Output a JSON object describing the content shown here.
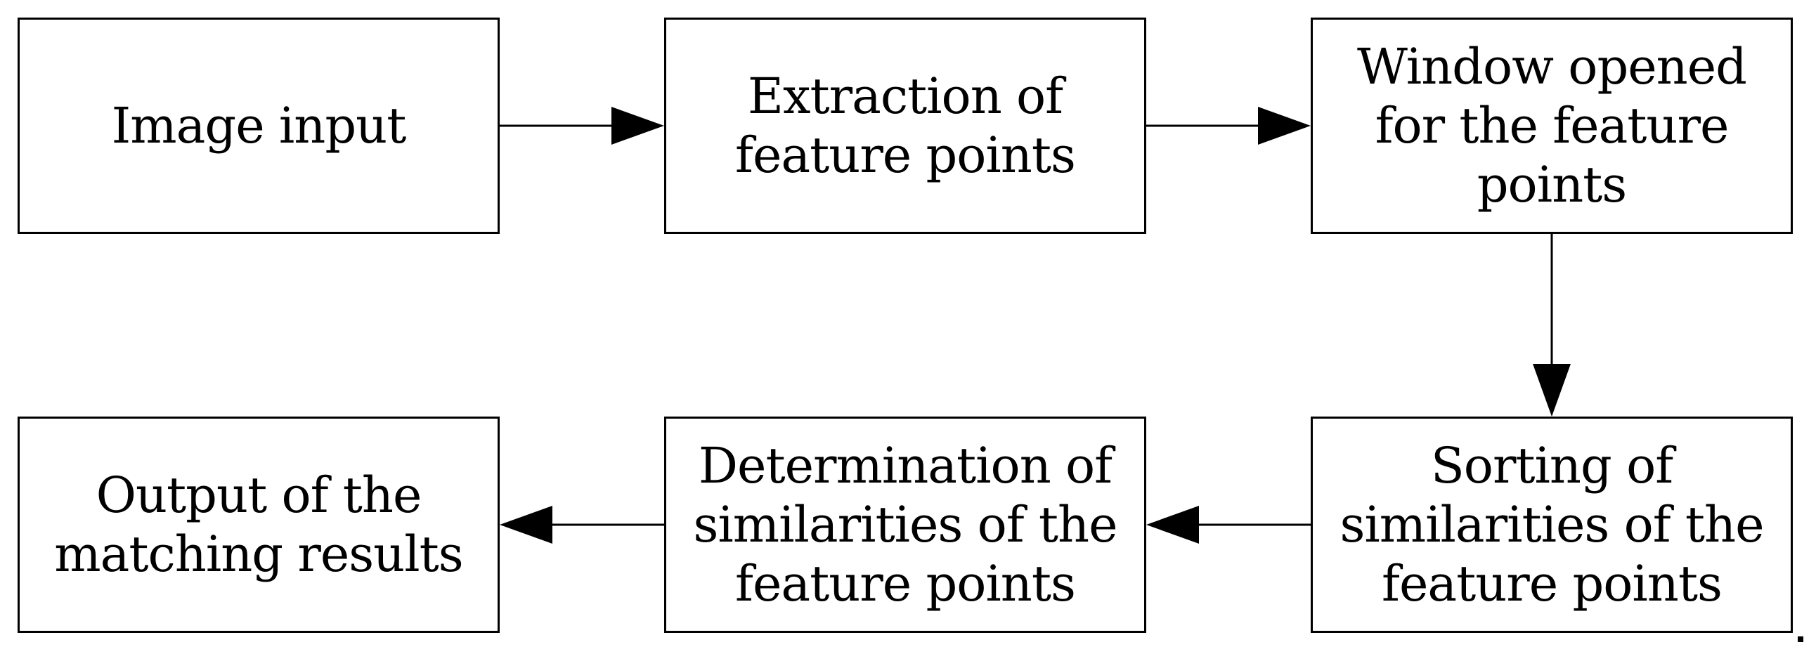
{
  "flowchart": {
    "nodes": [
      {
        "id": "image-input",
        "label": "Image input"
      },
      {
        "id": "extraction",
        "label": "Extraction of\nfeature points"
      },
      {
        "id": "window-opened",
        "label": "Window opened\nfor the feature\npoints"
      },
      {
        "id": "sorting",
        "label": "Sorting of\nsimilarities of the\nfeature points"
      },
      {
        "id": "determination",
        "label": "Determination of\nsimilarities of the\nfeature points"
      },
      {
        "id": "output",
        "label": "Output of the\nmatching results"
      }
    ],
    "edges": [
      {
        "from": "image-input",
        "to": "extraction"
      },
      {
        "from": "extraction",
        "to": "window-opened"
      },
      {
        "from": "window-opened",
        "to": "sorting"
      },
      {
        "from": "sorting",
        "to": "determination"
      },
      {
        "from": "determination",
        "to": "output"
      }
    ]
  },
  "trailing_mark": "."
}
